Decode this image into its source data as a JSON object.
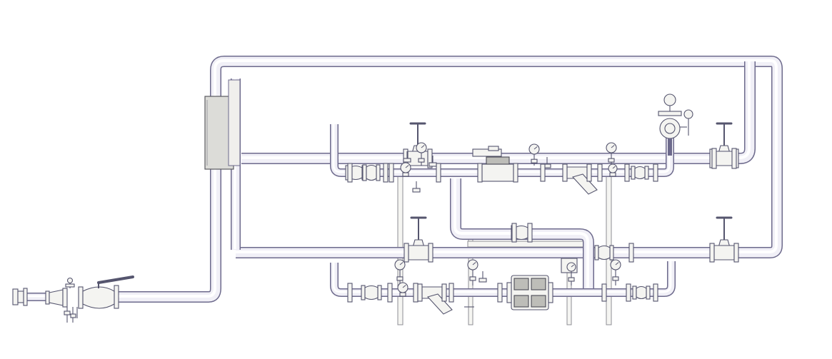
{
  "diagram": {
    "type": "piping-isometric",
    "colors": {
      "pipe_outline": "#6d6a8c",
      "pipe_fill": "#f1f0f7",
      "component_fill": "#f4f4f1",
      "component_stroke": "#55556e",
      "panel_fill": "#dcdcd8",
      "background": "#ffffff"
    },
    "components": [
      "inlet-flange",
      "ball-valve",
      "control-panel",
      "gate-valve",
      "pressure-gauge",
      "strainer",
      "flow-meter",
      "pressure-regulator",
      "pump",
      "pipe-support"
    ]
  }
}
